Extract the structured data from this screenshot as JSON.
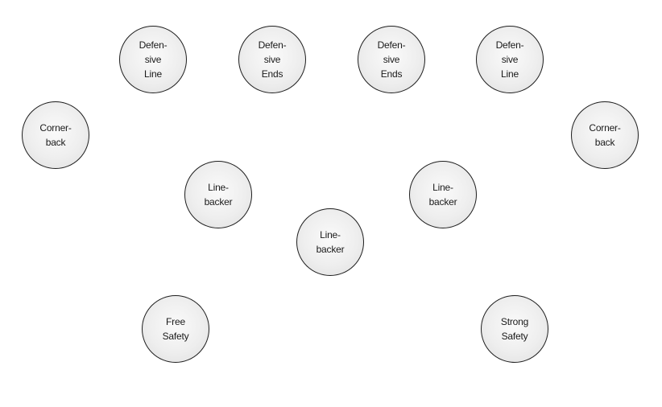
{
  "players": [
    {
      "id": "defensive-line-left",
      "label": "Defen-\nsive\nLine"
    },
    {
      "id": "defensive-end-left",
      "label": "Defen-\nsive\nEnds"
    },
    {
      "id": "defensive-end-right",
      "label": "Defen-\nsive\nEnds"
    },
    {
      "id": "defensive-line-right",
      "label": "Defen-\nsive\nLine"
    },
    {
      "id": "cornerback-left",
      "label": "Corner-\nback"
    },
    {
      "id": "cornerback-right",
      "label": "Corner-\nback"
    },
    {
      "id": "linebacker-left",
      "label": "Line-\nbacker"
    },
    {
      "id": "linebacker-right",
      "label": "Line-\nbacker"
    },
    {
      "id": "linebacker-middle",
      "label": "Line-\nbacker"
    },
    {
      "id": "free-safety",
      "label": "Free\nSafety"
    },
    {
      "id": "strong-safety",
      "label": "Strong\nSafety"
    }
  ]
}
